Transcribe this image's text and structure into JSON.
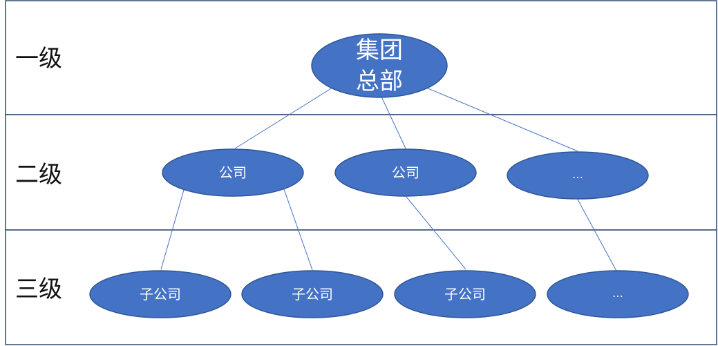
{
  "colors": {
    "node_fill": "#4472c4",
    "node_stroke": "#2f5597",
    "edge": "#4472c4",
    "band_border": "#2e4a70",
    "label_text": "#111111",
    "node_text": "#ffffff"
  },
  "levels": [
    {
      "label": "一级"
    },
    {
      "label": "二级"
    },
    {
      "label": "三级"
    }
  ],
  "nodes": {
    "root": {
      "lines": [
        "集团",
        "总部"
      ]
    },
    "l2_1": {
      "label": "公司"
    },
    "l2_2": {
      "label": "公司"
    },
    "l2_3": {
      "label": "…"
    },
    "l3_1": {
      "label": "子公司"
    },
    "l3_2": {
      "label": "子公司"
    },
    "l3_3": {
      "label": "子公司"
    },
    "l3_4": {
      "label": "…"
    }
  },
  "edges": [
    {
      "from": "root",
      "to": "l2_1"
    },
    {
      "from": "root",
      "to": "l2_2"
    },
    {
      "from": "root",
      "to": "l2_3"
    },
    {
      "from": "l2_1",
      "to": "l3_1"
    },
    {
      "from": "l2_1",
      "to": "l3_2"
    },
    {
      "from": "l2_2",
      "to": "l3_3"
    },
    {
      "from": "l2_3",
      "to": "l3_4"
    }
  ]
}
